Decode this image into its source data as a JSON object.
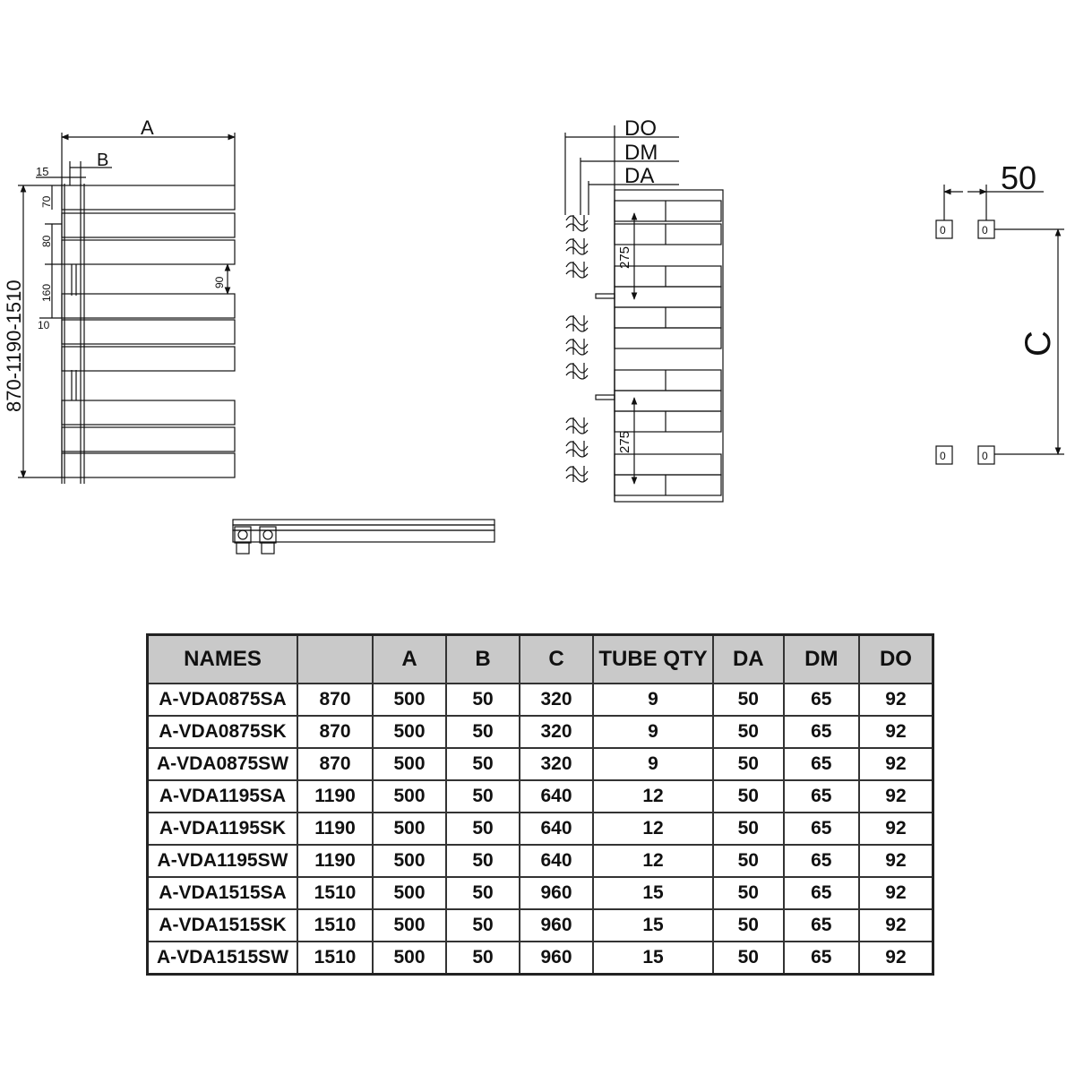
{
  "front_view": {
    "label_A": "A",
    "label_B": "B",
    "label_height": "870-1190-1510",
    "dim_15": "15",
    "dim_70": "70",
    "dim_80": "80",
    "dim_160": "160",
    "dim_10": "10",
    "dim_90": "90"
  },
  "side_view": {
    "label_DO": "DO",
    "label_DM": "DM",
    "label_DA": "DA",
    "dim_275_top": "275",
    "dim_275_bottom": "275"
  },
  "mounting_view": {
    "label_50": "50",
    "label_C": "C",
    "hole_label": "0"
  },
  "table": {
    "headers": [
      "NAMES",
      "",
      "A",
      "B",
      "C",
      "TUBE QTY",
      "DA",
      "DM",
      "DO"
    ],
    "rows": [
      [
        "A-VDA0875SA",
        "870",
        "500",
        "50",
        "320",
        "9",
        "50",
        "65",
        "92"
      ],
      [
        "A-VDA0875SK",
        "870",
        "500",
        "50",
        "320",
        "9",
        "50",
        "65",
        "92"
      ],
      [
        "A-VDA0875SW",
        "870",
        "500",
        "50",
        "320",
        "9",
        "50",
        "65",
        "92"
      ],
      [
        "A-VDA1195SA",
        "1190",
        "500",
        "50",
        "640",
        "12",
        "50",
        "65",
        "92"
      ],
      [
        "A-VDA1195SK",
        "1190",
        "500",
        "50",
        "640",
        "12",
        "50",
        "65",
        "92"
      ],
      [
        "A-VDA1195SW",
        "1190",
        "500",
        "50",
        "640",
        "12",
        "50",
        "65",
        "92"
      ],
      [
        "A-VDA1515SA",
        "1510",
        "500",
        "50",
        "960",
        "15",
        "50",
        "65",
        "92"
      ],
      [
        "A-VDA1515SK",
        "1510",
        "500",
        "50",
        "960",
        "15",
        "50",
        "65",
        "92"
      ],
      [
        "A-VDA1515SW",
        "1510",
        "500",
        "50",
        "960",
        "15",
        "50",
        "65",
        "92"
      ]
    ]
  }
}
